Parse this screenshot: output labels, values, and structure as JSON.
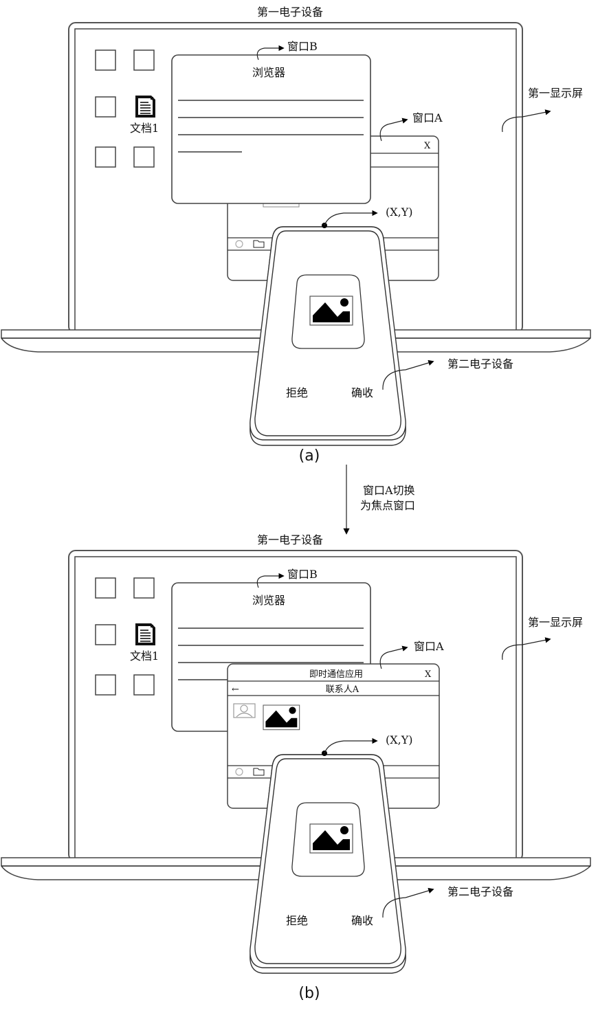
{
  "panels": [
    {
      "id": "a",
      "caption": "(a)",
      "device1_label": "第一电子设备",
      "screen_label": "第一显示屏",
      "device2_label": "第二电子设备",
      "desktop_icons": {
        "doc_label": "文档1"
      },
      "window_b": {
        "pointer_label": "窗口B",
        "title": "浏览器",
        "text_lines": 4
      },
      "window_a": {
        "pointer_label": "窗口A",
        "close_glyph": "X",
        "title": "",
        "subtitle": "",
        "focused": false
      },
      "coordinate_label": "(X,Y)",
      "phone": {
        "reject_label": "拒绝",
        "accept_label": "确收",
        "content_icon": "image-icon"
      }
    },
    {
      "id": "b",
      "caption": "(b)",
      "device1_label": "第一电子设备",
      "screen_label": "第一显示屏",
      "device2_label": "第二电子设备",
      "desktop_icons": {
        "doc_label": "文档1"
      },
      "window_b": {
        "pointer_label": "窗口B",
        "title": "浏览器",
        "text_lines": 4
      },
      "window_a": {
        "pointer_label": "窗口A",
        "close_glyph": "X",
        "title": "即时通信应用",
        "back_glyph": "←",
        "subtitle": "联系人A",
        "focused": true
      },
      "coordinate_label": "(X,Y)",
      "phone": {
        "reject_label": "拒绝",
        "accept_label": "确收",
        "content_icon": "image-icon"
      }
    }
  ],
  "transition": {
    "line1": "窗口A切换",
    "line2": "为焦点窗口"
  },
  "colors": {
    "stroke": "#333333",
    "fill": "#ffffff",
    "icon": "#000000"
  }
}
